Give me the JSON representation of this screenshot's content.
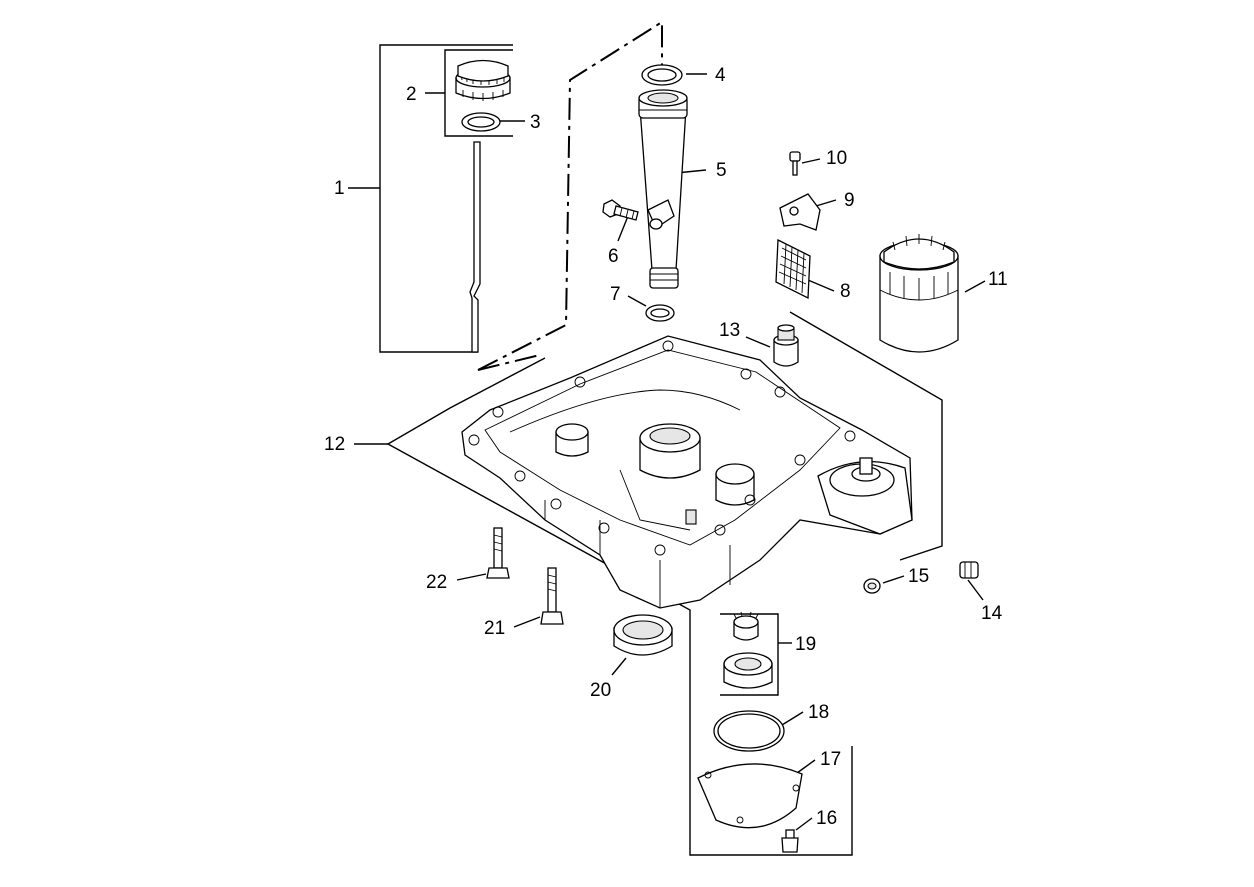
{
  "callouts": [
    {
      "num": "1"
    },
    {
      "num": "2"
    },
    {
      "num": "3"
    },
    {
      "num": "4"
    },
    {
      "num": "5"
    },
    {
      "num": "6"
    },
    {
      "num": "7"
    },
    {
      "num": "8"
    },
    {
      "num": "9"
    },
    {
      "num": "10"
    },
    {
      "num": "11"
    },
    {
      "num": "12"
    },
    {
      "num": "13"
    },
    {
      "num": "14"
    },
    {
      "num": "15"
    },
    {
      "num": "16"
    },
    {
      "num": "17"
    },
    {
      "num": "18"
    },
    {
      "num": "19"
    },
    {
      "num": "20"
    },
    {
      "num": "21"
    },
    {
      "num": "22"
    }
  ]
}
